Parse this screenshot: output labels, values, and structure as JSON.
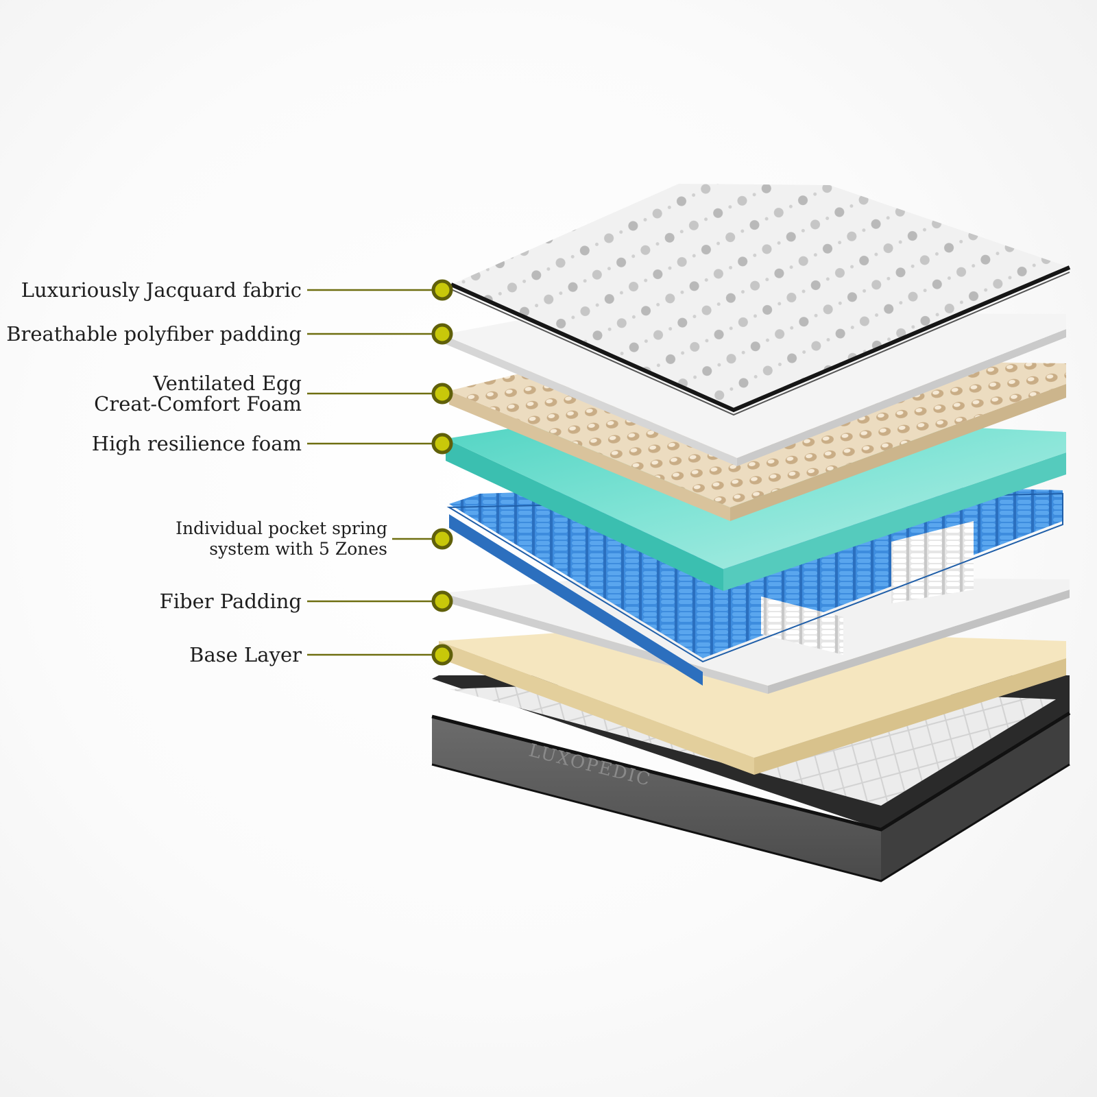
{
  "layers": [
    {
      "id": "jacquard",
      "lines": [
        "Luxuriously Jacquard fabric"
      ]
    },
    {
      "id": "polyfiber",
      "lines": [
        "Breathable polyfiber padding"
      ]
    },
    {
      "id": "eggcrate",
      "lines": [
        "Ventilated Egg",
        "Creat-Comfort Foam"
      ]
    },
    {
      "id": "hr-foam",
      "lines": [
        "High resilience foam"
      ]
    },
    {
      "id": "pocket-spring",
      "lines": [
        "Individual pocket spring",
        "system with 5 Zones"
      ]
    },
    {
      "id": "fiber-padding",
      "lines": [
        "Fiber Padding"
      ]
    },
    {
      "id": "base",
      "lines": [
        "Base Layer"
      ]
    }
  ],
  "brand": "LUXOPEDIC",
  "colors": {
    "callout_dot": "#c8c80a",
    "callout_line": "#6e6e10",
    "hr_foam": "#6fdccc",
    "springs_blue": "#3f8fe0",
    "springs_white": "#f6f6f6",
    "eggcrate": "#e8d9bd",
    "base_layer": "#f4e4bd",
    "casing": "#5a5a5a"
  }
}
